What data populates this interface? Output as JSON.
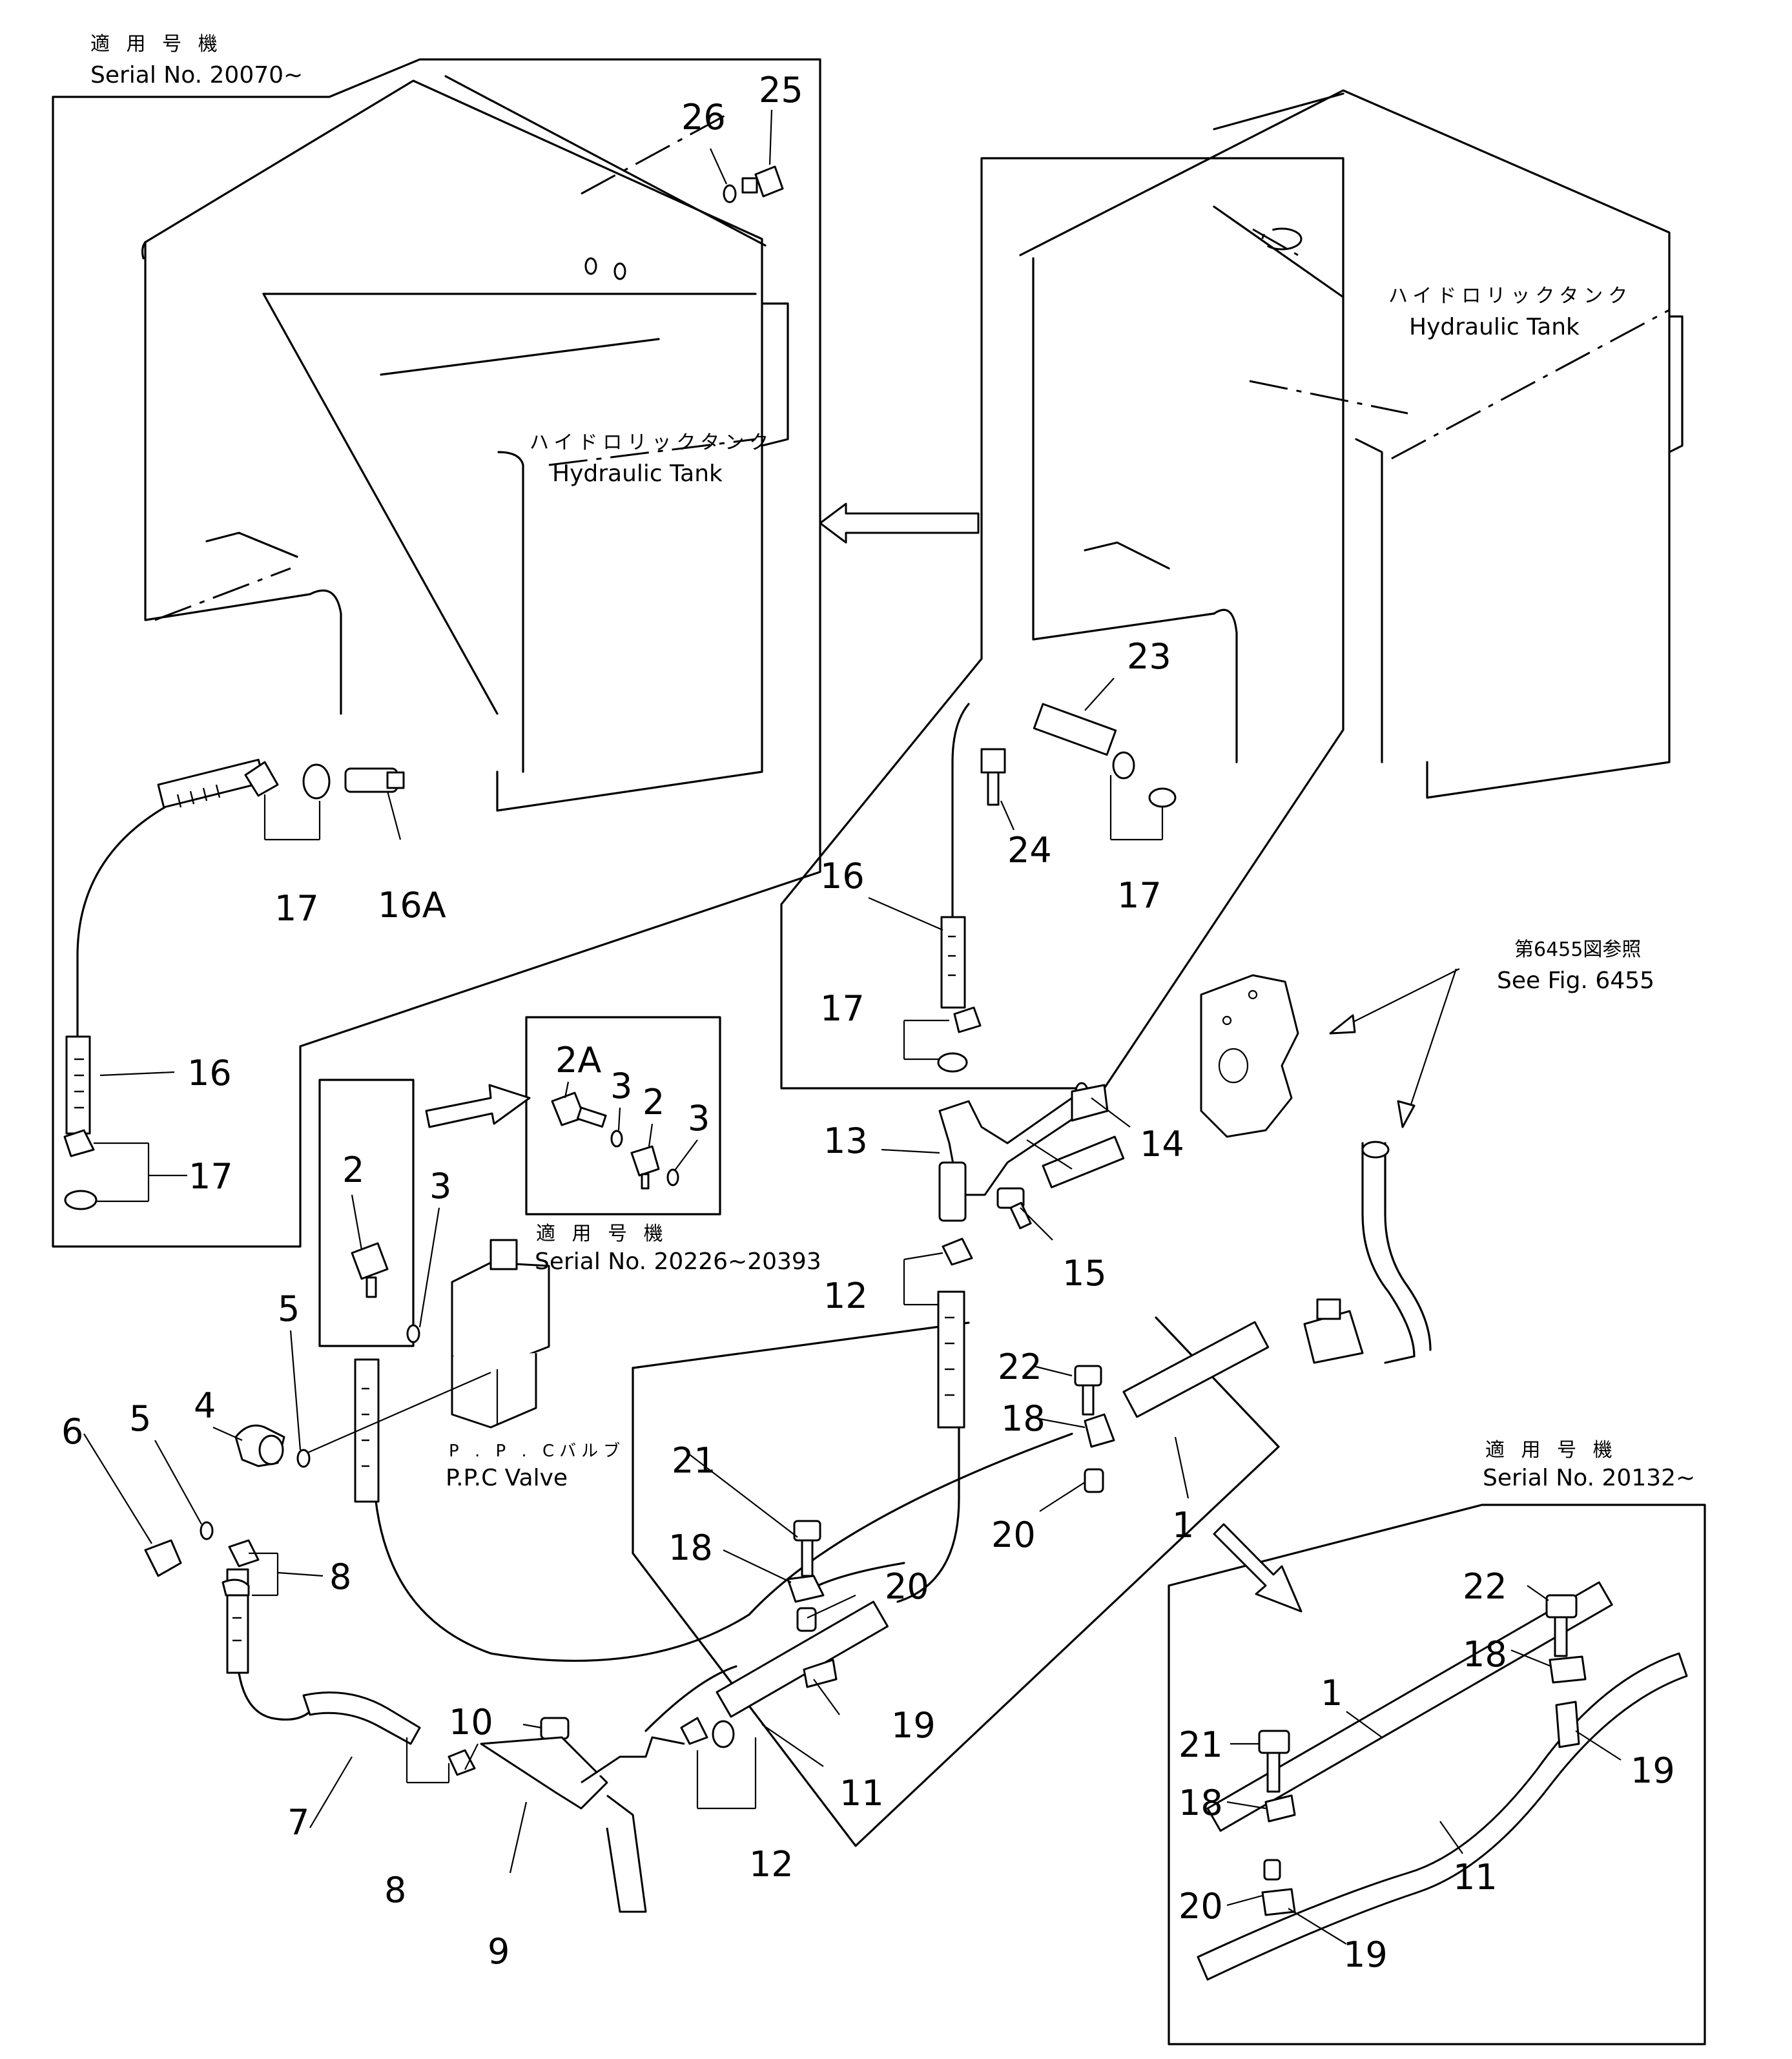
{
  "notes": {
    "top_left_jp": "適 用 号 機",
    "top_left_serial": "Serial No. 20070~",
    "ppc_box_jp": "適 用 号 機",
    "ppc_box_serial": "Serial No. 20226~20393",
    "bottom_right_jp": "適 用 号 機",
    "bottom_right_serial": "Serial No. 20132~",
    "see_fig_jp": "第6455図参照",
    "see_fig_en": "See Fig. 6455"
  },
  "components": {
    "tank_left_jp": "ハイドロリックタンク",
    "tank_left_en": "Hydraulic Tank",
    "tank_right_jp": "ハイドロリックタンク",
    "tank_right_en": "Hydraulic Tank",
    "ppc_jp": "P . P . Cバルブ",
    "ppc_en": "P.P.C Valve"
  },
  "part_labels": [
    "25",
    "26",
    "17",
    "16A",
    "16",
    "17",
    "23",
    "24",
    "17",
    "16",
    "17",
    "2A",
    "3",
    "2",
    "3",
    "2",
    "3",
    "5",
    "4",
    "5",
    "6",
    "8",
    "7",
    "8",
    "10",
    "9",
    "12",
    "11",
    "19",
    "20",
    "18",
    "21",
    "13",
    "14",
    "15",
    "12",
    "22",
    "18",
    "20",
    "1",
    "22",
    "18",
    "1",
    "21",
    "19",
    "18",
    "20",
    "11",
    "19"
  ]
}
